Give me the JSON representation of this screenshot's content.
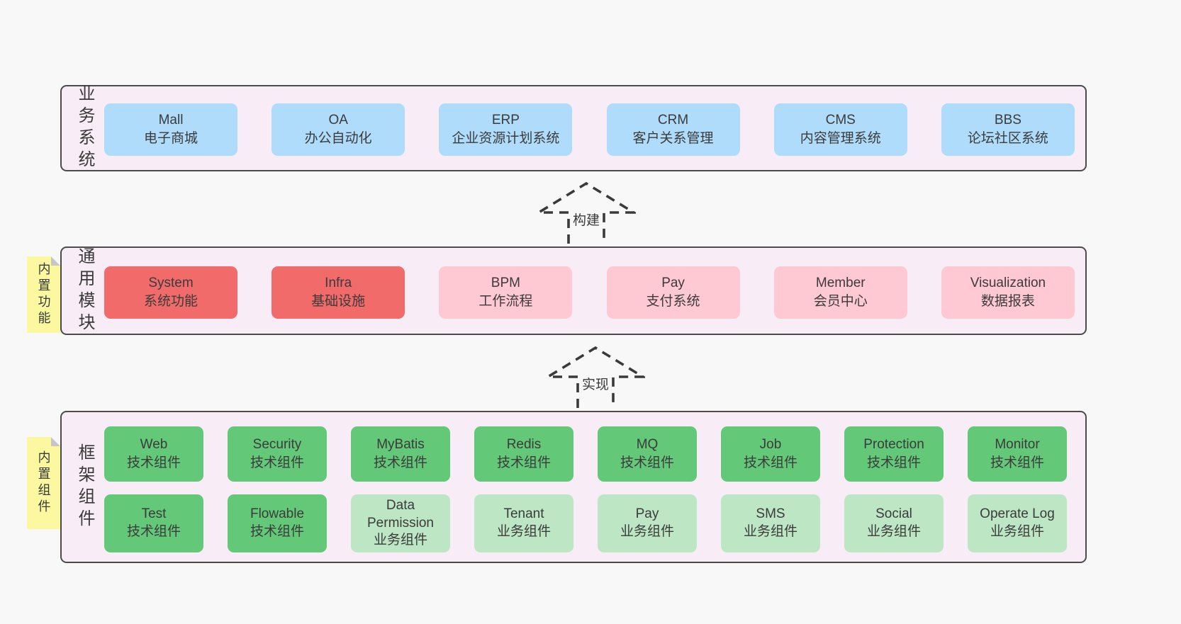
{
  "colors": {
    "page_bg": "#f8f8f8",
    "panel_bg": "#f8edf6",
    "panel_border": "#4b4b4b",
    "blue_box": "#aedcfa",
    "red_box": "#f26b6b",
    "pink_box": "#ffc9d3",
    "green_box": "#63c878",
    "light_green_box": "#bce6c4",
    "sticky_bg": "#fbf8a0",
    "sticky_fold": "#c6c6c6",
    "text": "#3b3b3b"
  },
  "arrows": [
    {
      "label": "构建"
    },
    {
      "label": "实现"
    }
  ],
  "layers": [
    {
      "id": "business-systems",
      "label": "业务系统",
      "boxes": [
        {
          "title": "Mall",
          "subtitle": "电子商城"
        },
        {
          "title": "OA",
          "subtitle": "办公自动化"
        },
        {
          "title": "ERP",
          "subtitle": "企业资源计划系统"
        },
        {
          "title": "CRM",
          "subtitle": "客户关系管理"
        },
        {
          "title": "CMS",
          "subtitle": "内容管理系统"
        },
        {
          "title": "BBS",
          "subtitle": "论坛社区系统"
        }
      ]
    },
    {
      "id": "common-modules",
      "label": "通用模块",
      "sticky": "内置功能",
      "boxes": [
        {
          "title": "System",
          "subtitle": "系统功能"
        },
        {
          "title": "Infra",
          "subtitle": "基础设施"
        },
        {
          "title": "BPM",
          "subtitle": "工作流程"
        },
        {
          "title": "Pay",
          "subtitle": "支付系统"
        },
        {
          "title": "Member",
          "subtitle": "会员中心"
        },
        {
          "title": "Visualization",
          "subtitle": "数据报表"
        }
      ]
    },
    {
      "id": "framework-components",
      "label": "框架组件",
      "sticky": "内置组件",
      "rows": [
        [
          {
            "title": "Web",
            "subtitle": "技术组件"
          },
          {
            "title": "Security",
            "subtitle": "技术组件"
          },
          {
            "title": "MyBatis",
            "subtitle": "技术组件"
          },
          {
            "title": "Redis",
            "subtitle": "技术组件"
          },
          {
            "title": "MQ",
            "subtitle": "技术组件"
          },
          {
            "title": "Job",
            "subtitle": "技术组件"
          },
          {
            "title": "Protection",
            "subtitle": "技术组件"
          },
          {
            "title": "Monitor",
            "subtitle": "技术组件"
          }
        ],
        [
          {
            "title": "Test",
            "subtitle": "技术组件"
          },
          {
            "title": "Flowable",
            "subtitle": "技术组件"
          },
          {
            "title": "Data Permission",
            "subtitle": "业务组件"
          },
          {
            "title": "Tenant",
            "subtitle": "业务组件"
          },
          {
            "title": "Pay",
            "subtitle": "业务组件"
          },
          {
            "title": "SMS",
            "subtitle": "业务组件"
          },
          {
            "title": "Social",
            "subtitle": "业务组件"
          },
          {
            "title": "Operate Log",
            "subtitle": "业务组件"
          }
        ]
      ]
    }
  ]
}
